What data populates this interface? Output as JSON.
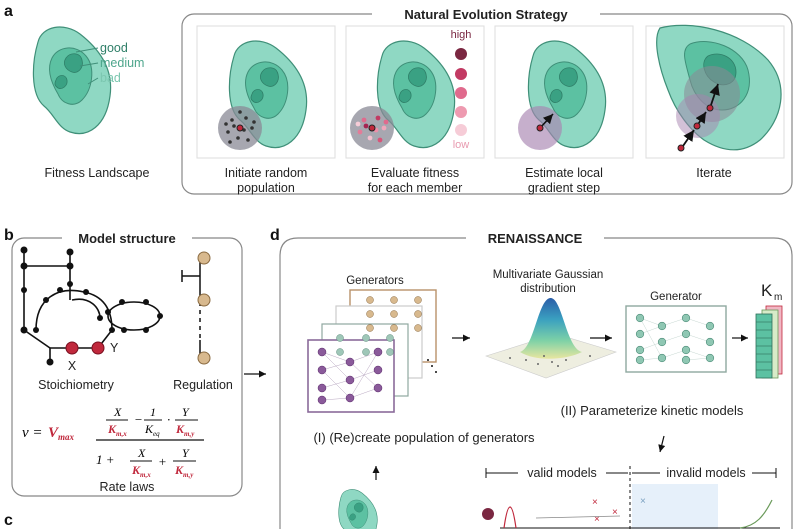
{
  "panels": {
    "a": {
      "letter": "a",
      "title": "Natural Evolution Strategy",
      "legend": [
        "good",
        "medium",
        "bad"
      ],
      "fitness_scale": [
        "high",
        "low"
      ],
      "captions": [
        {
          "line1": "Fitness Landscape",
          "line2": ""
        },
        {
          "line1": "Initiate random",
          "line2": "population"
        },
        {
          "line1": "Evaluate fitness",
          "line2": "for each member"
        },
        {
          "line1": "Estimate local",
          "line2": "gradient step"
        },
        {
          "line1": "Iterate",
          "line2": ""
        }
      ]
    },
    "b": {
      "letter": "b",
      "title": "Model structure",
      "node_labels": [
        "X",
        "Y"
      ],
      "stoichiometry": "Stoichiometry",
      "regulation": "Regulation",
      "rate_laws": "Rate laws",
      "equation": {
        "v": "v =",
        "vmax": "V",
        "vmax_sub": "max",
        "X": "X",
        "Y": "Y",
        "one": "1",
        "Kmx": "K",
        "Kmx_sub": "m,x",
        "Kmy": "K",
        "Kmy_sub": "m,y",
        "Keq": "K",
        "Keq_sub": "eq",
        "minus": "−",
        "dot": "·",
        "plus": "+",
        "denom_one": "1 +"
      }
    },
    "c": {
      "letter": "c"
    },
    "d": {
      "letter": "d",
      "title": "RENAISSANCE",
      "generators_label": "Generators",
      "gaussian_label_1": "Multivariate Gaussian",
      "gaussian_label_2": "distribution",
      "generator_label": "Generator",
      "km_label": "K",
      "km_sub": "m",
      "step1": "(I) (Re)create population of generators",
      "step2": "(II) Parameterize kinetic models",
      "valid": "valid models",
      "invalid": "invalid models"
    }
  },
  "colors": {
    "landscape_light": "#8fd8c3",
    "landscape_mid": "#5cc1a2",
    "landscape_dark": "#3aa183",
    "crimson": "#c0283c",
    "panel_border": "#888888",
    "high_fitness": "#7a2741",
    "low_fitness": "#f3c3cf"
  }
}
